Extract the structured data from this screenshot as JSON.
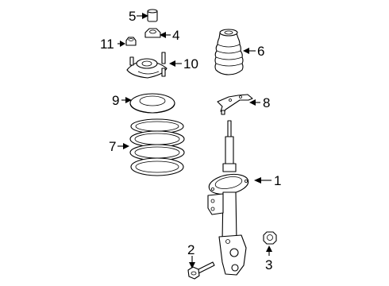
{
  "diagram": {
    "callouts": {
      "c1": "1",
      "c2": "2",
      "c3": "3",
      "c4": "4",
      "c5": "5",
      "c6": "6",
      "c7": "7",
      "c8": "8",
      "c9": "9",
      "c10": "10",
      "c11": "11"
    },
    "colors": {
      "line": "#000000",
      "background": "#ffffff"
    }
  }
}
